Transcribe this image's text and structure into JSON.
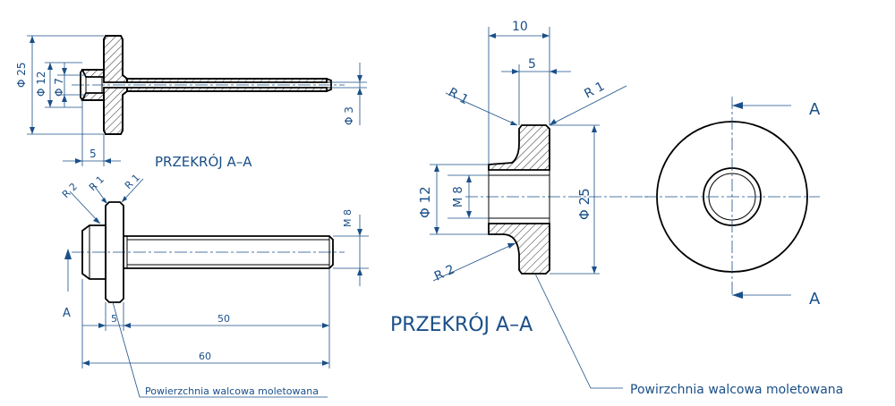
{
  "labels": {
    "dia_25_left": "Φ 25",
    "dia_12_left": "Φ 12",
    "dia_7_left": "Φ 7",
    "dia_3": "Φ 3",
    "dim_5_top": "5",
    "section_title_small": "PRZEKRÓJ A–A",
    "r2_small": "R 2",
    "r1_small_a": "R 1",
    "r1_small_b": "R 1",
    "m8_small": "M 8",
    "a_small": "A",
    "dim_5_bottom": "5",
    "dim_50": "50",
    "dim_60": "60",
    "note_small": "Powierzchnia walcowa moletowana",
    "dim_10": "10",
    "dim_5_right": "5",
    "r1_big_a": "R 1",
    "r1_big_b": "R 1",
    "dia_12_big": "Φ 12",
    "m8_big": "M 8",
    "dia_25_big": "Φ 25",
    "r2_big": "R 2",
    "section_title_big": "PRZEKRÓJ A–A",
    "note_big": "Powirzchnia walcowa moletowana",
    "a_top": "A",
    "a_bottom": "A"
  }
}
